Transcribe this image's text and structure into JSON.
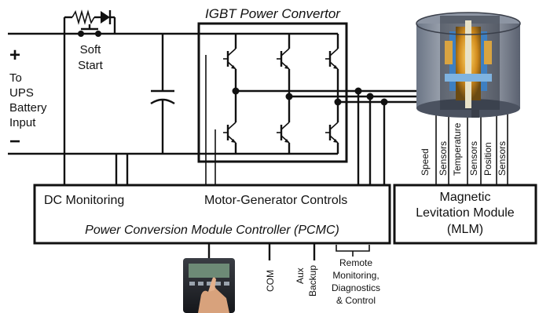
{
  "igbt_title": "IGBT Power Convertor",
  "soft_start": [
    "Soft",
    "Start"
  ],
  "battery_plus": "+",
  "battery_minus": "−",
  "battery_label": [
    "To",
    "UPS",
    "Battery",
    "Input"
  ],
  "pcmc": {
    "dc_monitoring": "DC Monitoring",
    "motor_controls": "Motor-Generator Controls",
    "title": "Power Conversion Module Controller (PCMC)"
  },
  "mlm": {
    "line1": "Magnetic",
    "line2": "Levitation Module",
    "line3": "(MLM)"
  },
  "sensor_labels": [
    "Speed",
    "Sensors",
    "Temperature",
    "Sensors",
    "Position",
    "Sensors"
  ],
  "bottom_labels": {
    "com": "COM",
    "aux": [
      "Aux",
      "Backup"
    ],
    "remote": [
      "Remote",
      "Monitoring,",
      "Diagnostics",
      "& Control"
    ]
  },
  "icons": [
    "keypad-display-photo",
    "flywheel-cutaway-photo",
    "igbt-transistor-symbol",
    "capacitor-symbol",
    "resistor-symbol",
    "diode-symbol",
    "switch-symbol"
  ]
}
